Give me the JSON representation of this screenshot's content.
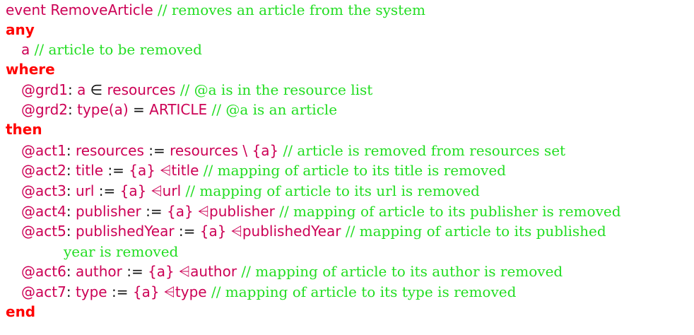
{
  "event": {
    "keyword": "event",
    "name": "RemoveArticle",
    "comment": "// removes an article from the system"
  },
  "any": {
    "keyword": "any",
    "param": "a",
    "comment": "// article to be removed"
  },
  "where": {
    "keyword": "where",
    "guards": [
      {
        "label": "@grd1",
        "sep": ":",
        "parts": [
          "a",
          " ∈ ",
          "resources"
        ],
        "comment": "// @a is in the resource list"
      },
      {
        "label": "@grd2",
        "sep": ":",
        "parts": [
          "type(a)",
          " = ",
          "ARTICLE"
        ],
        "comment": "// @a is an article"
      }
    ]
  },
  "then": {
    "keyword": "then",
    "actions": [
      {
        "label": "@act1",
        "lhs": "resources",
        "assign": " := ",
        "rhs": "resources \\ {a}",
        "comment": "// article is removed from resources set"
      },
      {
        "label": "@act2",
        "lhs": "title",
        "assign": " := ",
        "rhs": "{a} ⩤title",
        "comment": "// mapping of article to its title is removed"
      },
      {
        "label": "@act3",
        "lhs": "url",
        "assign": " := ",
        "rhs": "{a} ⩤url",
        "comment": "// mapping of article to its url is removed"
      },
      {
        "label": "@act4",
        "lhs": "publisher",
        "assign": " := ",
        "rhs": "{a} ⩤publisher",
        "comment": "// mapping of article to its publisher is removed"
      },
      {
        "label": "@act5",
        "lhs": "publishedYear",
        "assign": " := ",
        "rhs": "{a} ⩤publishedYear",
        "comment": "// mapping of article to its published",
        "comment_cont": "year is removed"
      },
      {
        "label": "@act6",
        "lhs": "author",
        "assign": " := ",
        "rhs": "{a} ⩤author",
        "comment": "// mapping of article to its author is removed"
      },
      {
        "label": "@act7",
        "lhs": "type",
        "assign": " := ",
        "rhs": "{a} ⩤type",
        "comment": "// mapping of article to its type is removed"
      }
    ]
  },
  "end": {
    "keyword": "end"
  },
  "colors": {
    "identifier": "#cc0055",
    "keyword": "#ff0000",
    "comment": "#22dd22",
    "operator": "#111111"
  }
}
